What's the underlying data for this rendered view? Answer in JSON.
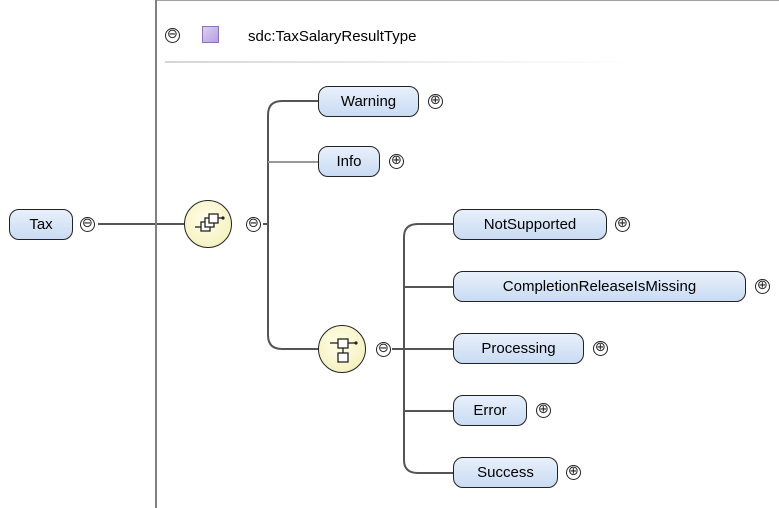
{
  "type": {
    "name": "sdc:TaxSalaryResultType",
    "collapse_symbol": "⊖"
  },
  "root": {
    "label": "Tax",
    "toggle": "⊖"
  },
  "sequence_toggle": "⊖",
  "choice_toggle": "⊖",
  "children": [
    {
      "label": "Warning",
      "toggle": "⊕"
    },
    {
      "label": "Info",
      "toggle": "⊕"
    }
  ],
  "choice_children": [
    {
      "label": "NotSupported",
      "toggle": "⊕"
    },
    {
      "label": "CompletionReleaseIsMissing",
      "toggle": "⊕"
    },
    {
      "label": "Processing",
      "toggle": "⊕"
    },
    {
      "label": "Error",
      "toggle": "⊕"
    },
    {
      "label": "Success",
      "toggle": "⊕"
    }
  ],
  "colors": {
    "element_fill": "#c9dbf3",
    "compositor_fill": "#f6f2c4",
    "type_swatch": "#b59ee0",
    "line": "#555555"
  }
}
